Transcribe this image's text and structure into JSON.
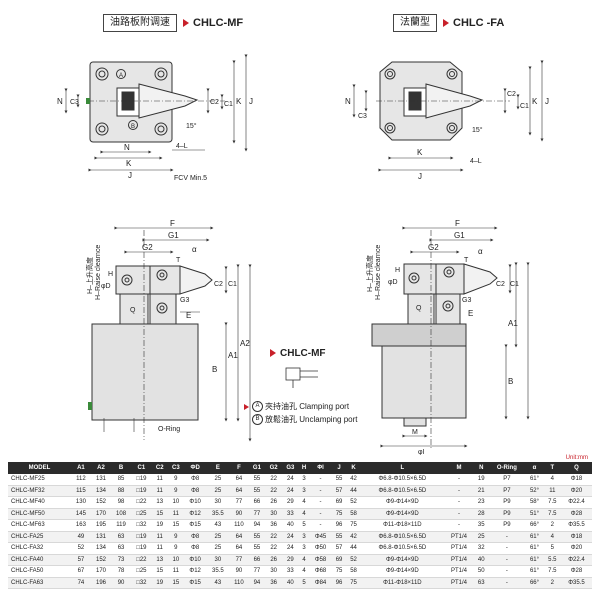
{
  "headers": {
    "mf": {
      "zh": "油路板附调速",
      "code": "CHLC-MF"
    },
    "fa": {
      "zh": "法蘭型",
      "code": "CHLC -FA"
    }
  },
  "labels": {
    "circle_a": "A",
    "circle_b": "B",
    "n": "N",
    "c3": "C3",
    "c2": "C2",
    "c1": "C1",
    "k": "K",
    "j": "J",
    "l4": "4–L",
    "fcv": "FCV Min.5",
    "deg15": "15°",
    "f": "F",
    "g1": "G1",
    "g2": "G2",
    "g3": "G3",
    "alpha": "α",
    "t": "T",
    "h": "H",
    "phi_d": "φD",
    "q": "Q",
    "e": "E",
    "a1": "A1",
    "a2": "A2",
    "b": "B",
    "oring": "O-Ring",
    "m": "M",
    "phi_i": "φI",
    "raise_zh": "H–上升高度",
    "raise_en": "H–Raise clearnce"
  },
  "mf_tag": "CHLC-MF",
  "ports": [
    {
      "mark": "A",
      "zh": "夾持油孔",
      "en": "Clamping port"
    },
    {
      "mark": "B",
      "zh": "放鬆油孔",
      "en": "Unclamping port"
    }
  ],
  "unit": "Unit:mm",
  "table": {
    "headers": [
      "MODEL",
      "A1",
      "A2",
      "B",
      "C1",
      "C2",
      "C3",
      "ΦD",
      "E",
      "F",
      "G1",
      "G2",
      "G3",
      "H",
      "ΦI",
      "J",
      "K",
      "L",
      "M",
      "N",
      "O-Ring",
      "α",
      "T",
      "Q"
    ],
    "rows": [
      [
        "CHLC-MF25",
        "112",
        "131",
        "85",
        "□19",
        "11",
        "9",
        "Φ8",
        "25",
        "64",
        "55",
        "22",
        "24",
        "3",
        "-",
        "55",
        "42",
        "Φ6.8-Φ10.5×6.5D",
        "-",
        "19",
        "P7",
        "61°",
        "4",
        "Φ18"
      ],
      [
        "CHLC-MF32",
        "115",
        "134",
        "88",
        "□19",
        "11",
        "9",
        "Φ8",
        "25",
        "64",
        "55",
        "22",
        "24",
        "3",
        "-",
        "57",
        "44",
        "Φ6.8-Φ10.5×6.5D",
        "-",
        "21",
        "P7",
        "52°",
        "11",
        "Φ20"
      ],
      [
        "CHLC-MF40",
        "130",
        "152",
        "98",
        "□22",
        "13",
        "10",
        "Φ10",
        "30",
        "77",
        "66",
        "26",
        "29",
        "4",
        "-",
        "69",
        "52",
        "Φ9-Φ14×9D",
        "-",
        "23",
        "P9",
        "58°",
        "7.5",
        "Φ22.4"
      ],
      [
        "CHLC-MF50",
        "145",
        "170",
        "108",
        "□25",
        "15",
        "11",
        "Φ12",
        "35.5",
        "90",
        "77",
        "30",
        "33",
        "4",
        "-",
        "75",
        "58",
        "Φ9-Φ14×9D",
        "-",
        "28",
        "P9",
        "51°",
        "7.5",
        "Φ28"
      ],
      [
        "CHLC-MF63",
        "163",
        "195",
        "119",
        "□32",
        "19",
        "15",
        "Φ15",
        "43",
        "110",
        "94",
        "36",
        "40",
        "5",
        "-",
        "96",
        "75",
        "Φ11-Φ18×11D",
        "-",
        "35",
        "P9",
        "66°",
        "2",
        "Φ35.5"
      ],
      [
        "CHLC-FA25",
        "49",
        "131",
        "63",
        "□19",
        "11",
        "9",
        "Φ8",
        "25",
        "64",
        "55",
        "22",
        "24",
        "3",
        "Φ45",
        "55",
        "42",
        "Φ6.8-Φ10.5×6.5D",
        "PT1/4",
        "25",
        "-",
        "61°",
        "4",
        "Φ18"
      ],
      [
        "CHLC-FA32",
        "52",
        "134",
        "63",
        "□19",
        "11",
        "9",
        "Φ8",
        "25",
        "64",
        "55",
        "22",
        "24",
        "3",
        "Φ50",
        "57",
        "44",
        "Φ6.8-Φ10.5×6.5D",
        "PT1/4",
        "32",
        "-",
        "61°",
        "5",
        "Φ20"
      ],
      [
        "CHLC-FA40",
        "57",
        "152",
        "73",
        "□22",
        "13",
        "10",
        "Φ10",
        "30",
        "77",
        "66",
        "26",
        "29",
        "4",
        "Φ58",
        "69",
        "52",
        "Φ9-Φ14×9D",
        "PT1/4",
        "40",
        "-",
        "61°",
        "5.5",
        "Φ22.4"
      ],
      [
        "CHLC-FA50",
        "67",
        "170",
        "78",
        "□25",
        "15",
        "11",
        "Φ12",
        "35.5",
        "90",
        "77",
        "30",
        "33",
        "4",
        "Φ68",
        "75",
        "58",
        "Φ9-Φ14×9D",
        "PT1/4",
        "50",
        "-",
        "61°",
        "7.5",
        "Φ28"
      ],
      [
        "CHLC-FA63",
        "74",
        "196",
        "90",
        "□32",
        "19",
        "15",
        "Φ15",
        "43",
        "110",
        "94",
        "36",
        "40",
        "5",
        "Φ84",
        "96",
        "75",
        "Φ11-Φ18×11D",
        "PT1/4",
        "63",
        "-",
        "66°",
        "2",
        "Φ35.5"
      ]
    ]
  },
  "colors": {
    "accent": "#c8202a",
    "header_bg": "#2b2b2b",
    "body_fill": "#e2e2e2"
  }
}
